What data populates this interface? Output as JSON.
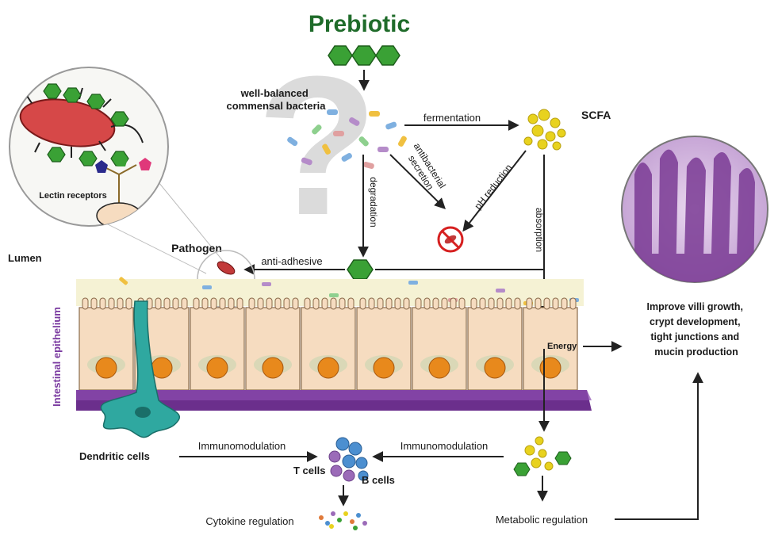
{
  "title": "Prebiotic",
  "labels": {
    "commensal": [
      "well-balanced",
      "commensal bacteria"
    ],
    "fermentation": "fermentation",
    "scfa": "SCFA",
    "antibacterial": [
      "antibacterial",
      "secretion"
    ],
    "ph_reduction": "pH reduction",
    "degradation": "degradation",
    "absorption": "absorption",
    "anti_adhesive": "anti-adhesive",
    "pathogen": "Pathogen",
    "lectin_receptors": "Lectin receptors",
    "lumen": "Lumen",
    "intestinal_epithelium": "Intestinal epithelium",
    "energy": "Energy",
    "improve": [
      "Improve villi growth,",
      "crypt development,",
      "tight junctions and",
      "mucin production"
    ],
    "dendritic_cells": "Dendritic cells",
    "immunomodulation_left": "Immunomodulation",
    "immunomodulation_right": "Immunomodulation",
    "t_cells": "T cells",
    "b_cells": "B cells",
    "cytokine_regulation": "Cytokine regulation",
    "metabolic_regulation": "Metabolic regulation"
  },
  "colors": {
    "title_green": "#1f6b2a",
    "hexagon_green": "#3aa135",
    "cell_fill": "#f6dcc0",
    "cell_stroke": "#8a6a4a",
    "nucleus": "#e8891c",
    "membrane_purple": "#6b2f8c",
    "dendritic": "#2fa8a0",
    "scfa_yellow": "#e8d21e",
    "pathogen_red": "#c23a3a",
    "tcell_purple": "#9b6bb8",
    "bcell_blue": "#4c8fd0",
    "arrow": "#222222"
  }
}
